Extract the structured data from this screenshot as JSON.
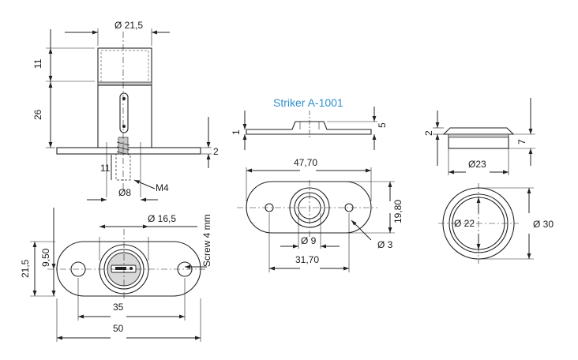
{
  "title": "Striker A-1001",
  "colors": {
    "title": "#2f8fc8",
    "line": "#222222"
  },
  "lock": {
    "top_diameter": "Ø 21,5",
    "height_top": "11",
    "height_body": "26",
    "plate_thickness": "2",
    "screw_length": "11",
    "screw_diameter": "Ø8",
    "thread": "M4"
  },
  "plate": {
    "cylinder_diameter": "Ø 16,5",
    "hole_offset": "9,50",
    "height": "21,5",
    "screw_note": "Screw 4 mm",
    "hole_spacing": "35",
    "length": "50"
  },
  "striker": {
    "thickness_left": "1",
    "height": "5",
    "length": "47,70",
    "width": "19,80",
    "center_hole": "Ø 9",
    "hole_spacing": "31,70",
    "small_hole": "Ø 3"
  },
  "bushing": {
    "flange_thickness": "2",
    "depth": "7",
    "inner_diameter": "Ø23",
    "hole_diameter": "Ø 22",
    "outer_diameter": "Ø 30"
  }
}
